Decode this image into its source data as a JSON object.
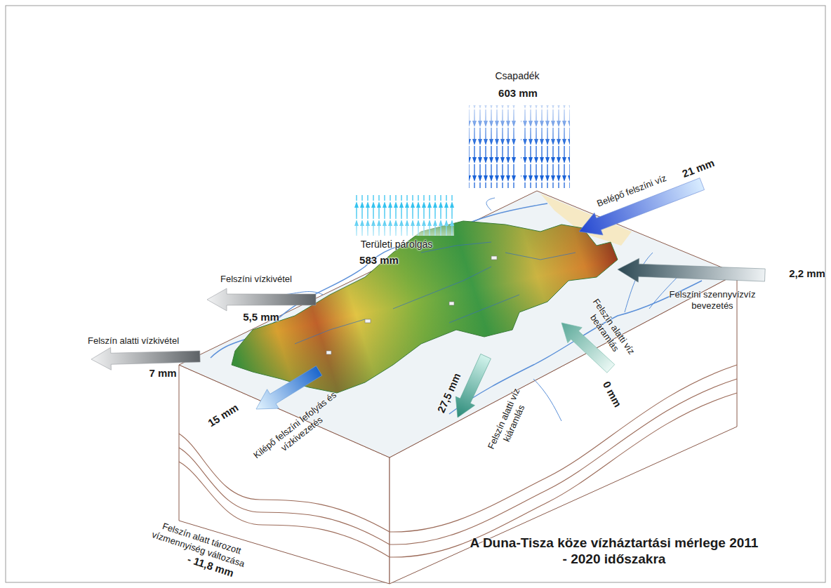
{
  "diagram": {
    "title": "A Duna-Tisza köze vízháztartási mérlege 2011 - 2020 időszakra",
    "labels": [
      "Csapadék",
      "603 mm",
      "Belépő felszíni víz",
      "21 mm",
      "Területi párolgás",
      "583 mm",
      "2,2 mm",
      "Felszíni vízkivétel",
      "Felszíni szennyvízvíz bevezetés",
      "5,5 mm",
      "Felszín alatti víz beáramlás",
      "Felszín alatti vízkivétel",
      "7 mm",
      "0 mm",
      "15 mm",
      "Kilépő felszíni lefolyás és vízkivezetés",
      "27,5 mm",
      "Felszín alatti víz kiáramlás",
      "Felszín alatt tározott vízmennyiség változása",
      "- 11,8 mm"
    ]
  }
}
